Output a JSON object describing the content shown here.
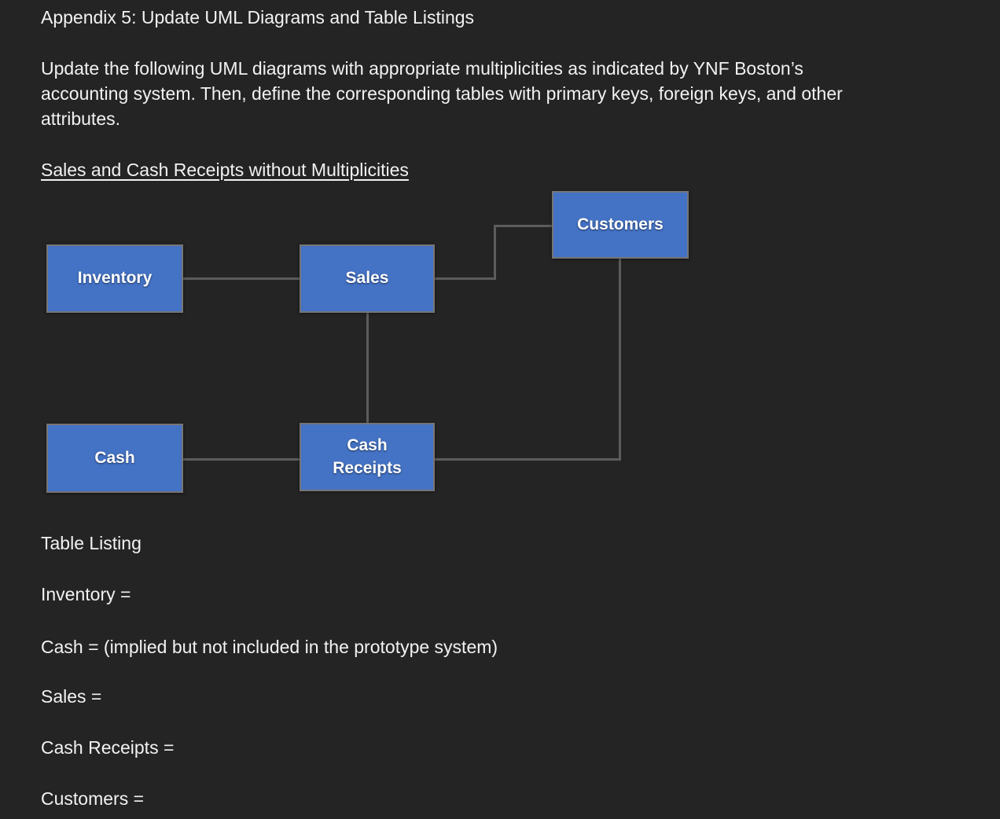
{
  "document": {
    "title": "Appendix 5: Update UML Diagrams and Table Listings",
    "intro_lines": [
      "Update the following UML diagrams with appropriate multiplicities as indicated by YNF Boston’s",
      "accounting system. Then, define the corresponding tables with primary keys, foreign keys, and other",
      "attributes."
    ],
    "section_heading": "Sales and Cash Receipts without Multiplicities"
  },
  "diagram": {
    "nodes": [
      {
        "id": "inventory",
        "label": "Inventory"
      },
      {
        "id": "sales",
        "label": "Sales"
      },
      {
        "id": "customers",
        "label": "Customers"
      },
      {
        "id": "cash",
        "label": "Cash"
      },
      {
        "id": "cash-receipts",
        "label": "Cash\nReceipts"
      }
    ],
    "edges": [
      {
        "from": "Inventory",
        "to": "Sales"
      },
      {
        "from": "Sales",
        "to": "Customers"
      },
      {
        "from": "Sales",
        "to": "Cash Receipts"
      },
      {
        "from": "Cash",
        "to": "Cash Receipts"
      },
      {
        "from": "Cash Receipts",
        "to": "Customers"
      }
    ],
    "colors": {
      "node_fill": "#4472c4",
      "node_border": "#757575",
      "connector": "#5c5c5c",
      "label": "#ffffff"
    }
  },
  "table_listing": {
    "heading": "Table Listing",
    "items": [
      "Inventory =",
      "Cash = (implied but not included in the prototype system)",
      "Sales =",
      "Cash Receipts =",
      "Customers ="
    ]
  },
  "colors": {
    "background": "#242424",
    "text": "#f2f2f2"
  }
}
